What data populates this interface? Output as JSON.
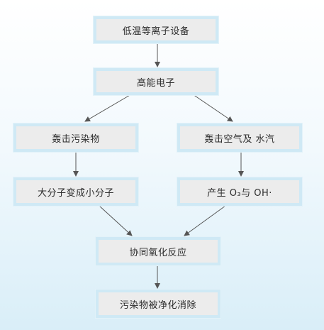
{
  "diagram": {
    "nodes": {
      "plasma_device": "低温等离子设备",
      "high_energy_electrons": "高能电子",
      "bombard_pollutants": "轰击污染物",
      "bombard_air": "轰击空气及 水汽",
      "split_molecules": "大分子变成小分子",
      "produce_o3_oh": "产生 O₃与 OH·",
      "synergistic_oxidation": "协同氧化反应",
      "purification": "污染物被净化消除"
    }
  },
  "colors": {
    "node_fill": "#ececec",
    "node_border": "#cfe9f5",
    "arrow": "#555555",
    "background_bottom": "#d9eef8"
  }
}
